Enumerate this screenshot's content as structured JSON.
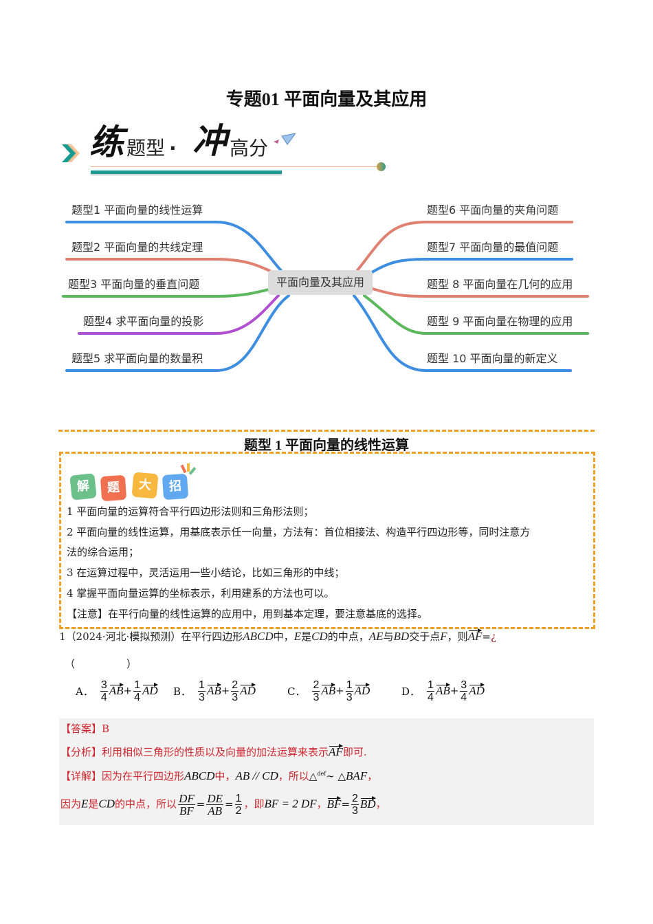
{
  "document": {
    "title": "专题01 平面向量及其应用",
    "banner": {
      "part1_big": "练",
      "part1_small": "题型",
      "separator": "·",
      "part2_big": "冲",
      "part2_small": "高分",
      "icon": "paper-plane-icon"
    },
    "mindmap": {
      "center": "平面向量及其应用",
      "left_branches": [
        {
          "label": "题型1 平面向量的线性运算",
          "color": "#3d8de0"
        },
        {
          "label": "题型2 平面向量的共线定理",
          "color": "#e08070"
        },
        {
          "label": "题型3 平面向量的垂直问题",
          "color": "#5cb85c"
        },
        {
          "label": "题型4 求平面向量的投影",
          "color": "#b050d0"
        },
        {
          "label": "题型5 求平面向量的数量积",
          "color": "#3d8de0"
        }
      ],
      "right_branches": [
        {
          "label": "题型6 平面向量的夹角问题",
          "color": "#e08070"
        },
        {
          "label": "题型7 平面向量的最值问题",
          "color": "#3d8de0"
        },
        {
          "label": "题型 8 平面向量在几何的应用",
          "color": "#e08070"
        },
        {
          "label": "题型 9 平面向量在物理的应用",
          "color": "#5cb85c"
        },
        {
          "label": "题型 10 平面向量的新定义",
          "color": "#3d8de0"
        }
      ]
    },
    "section": {
      "title": "题型 1 平面向量的线性运算",
      "badges": [
        {
          "char": "解",
          "color": "#6cc08a"
        },
        {
          "char": "题",
          "color": "#f07050"
        },
        {
          "char": "大",
          "color": "#f8b840"
        },
        {
          "char": "招",
          "color": "#60a8f0"
        }
      ],
      "tips": [
        "1 平面向量的运算符合平行四边形法则和三角形法则；",
        "2 平面向量的线性运算，用基底表示任一向量，方法有：首位相接法、构造平行四边形等，同时注意方",
        "法的综合运用；",
        "3 在运算过程中，灵活运用一些小结论，比如三角形的中线；",
        "4 掌握平面向量运算的坐标表示，利用建系的方法也可以。",
        "【注意】在平行向量的线性运算的应用中，用到基本定理，要注意基底的选择。"
      ]
    },
    "question": {
      "number": "1",
      "source": "（2024·河北·模拟预测）",
      "text_a": "在平行四边形",
      "abcd": "ABCD",
      "text_b": "中，",
      "e": "E",
      "text_c": "是",
      "cd": "CD",
      "text_d": "的中点，",
      "ae": "AE",
      "text_e": "与",
      "bd": "BD",
      "text_f": "交于点",
      "f": "F",
      "text_g": "，则",
      "af": "AF",
      "eq": "=",
      "garbled": "¿",
      "blank": "（　　　　　）",
      "vec_ab": "AB",
      "vec_ad": "AD",
      "plus": "+",
      "options": [
        {
          "label": "A．",
          "c1": {
            "num": "3",
            "den": "4"
          },
          "c2": {
            "num": "1",
            "den": "4"
          }
        },
        {
          "label": "B．",
          "c1": {
            "num": "1",
            "den": "3"
          },
          "c2": {
            "num": "2",
            "den": "3"
          }
        },
        {
          "label": "C．",
          "c1": {
            "num": "2",
            "den": "3"
          },
          "c2": {
            "num": "1",
            "den": "3"
          }
        },
        {
          "label": "D．",
          "c1": {
            "num": "1",
            "den": "4"
          },
          "c2": {
            "num": "3",
            "den": "4"
          }
        }
      ]
    },
    "solution": {
      "answer_tag": "【答案】",
      "answer": "B",
      "analysis_tag": "【分析】",
      "analysis_text": "利用相似三角形的性质以及向量的加法运算来表示",
      "analysis_vec": "AF",
      "analysis_end": "即可.",
      "detail_tag": "【详解】",
      "detail_1": "因为在平行四边形",
      "detail_abcd": "ABCD",
      "detail_2": "中，",
      "detail_par": "AB // CD",
      "detail_3": "，所以",
      "detail_tri1": "△",
      "detail_def": "def",
      "detail_sim": "∼ △",
      "detail_baf": "BAF",
      "detail_4": "，",
      "line2_1": "因为",
      "line2_e": "E",
      "line2_2": "是",
      "line2_cd": "CD",
      "line2_3": "的中点，所以",
      "frac1": {
        "num": "DF",
        "den": "BF"
      },
      "frac2": {
        "num": "DE",
        "den": "AB"
      },
      "frac3": {
        "num": "1",
        "den": "2"
      },
      "eq": "=",
      "line2_4": "，即",
      "line2_rel": "BF = 2 DF",
      "line2_5": "，",
      "vec_bf": "BF",
      "frac4": {
        "num": "2",
        "den": "3"
      },
      "vec_bd": "BD",
      "line2_end": "，"
    }
  }
}
